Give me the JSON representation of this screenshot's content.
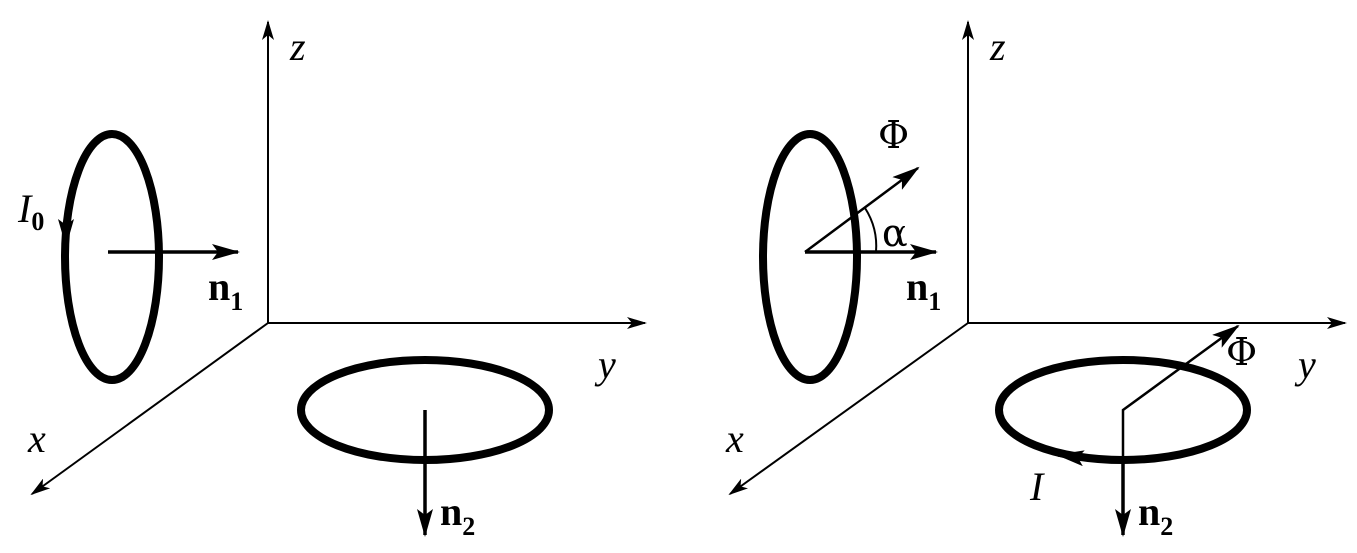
{
  "left_panel": {
    "axis_x": "x",
    "axis_y": "y",
    "axis_z": "z",
    "current_label": "I",
    "current_sub": "0",
    "normal1_label": "n",
    "normal1_sub": "1",
    "normal2_label": "n",
    "normal2_sub": "2"
  },
  "right_panel": {
    "axis_x": "x",
    "axis_y": "y",
    "axis_z": "z",
    "flux1_label": "Φ",
    "angle_label": "α",
    "normal1_label": "n",
    "normal1_sub": "1",
    "flux2_label": "Φ",
    "current_label": "I",
    "normal2_label": "n",
    "normal2_sub": "2"
  }
}
